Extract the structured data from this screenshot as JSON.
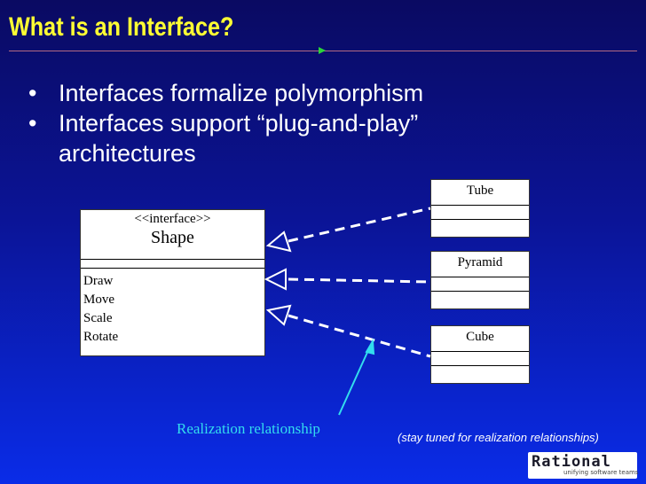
{
  "slide": {
    "title": "What is an Interface?",
    "bullets": [
      {
        "marker": "•",
        "text": "Interfaces formalize polymorphism"
      },
      {
        "marker": "•",
        "text": "Interfaces support “plug-and-play” architectures"
      }
    ]
  },
  "diagram": {
    "interface": {
      "stereotype": "<<interface>>",
      "name": "Shape",
      "operations": [
        "Draw",
        "Move",
        "Scale",
        "Rotate"
      ]
    },
    "classes": [
      {
        "name": "Tube"
      },
      {
        "name": "Pyramid"
      },
      {
        "name": "Cube"
      }
    ],
    "relationship_label": "Realization relationship",
    "note": "(stay tuned for realization relationships)"
  },
  "logo": {
    "main": "Rational",
    "sub": "unifying software teams"
  },
  "colors": {
    "title": "#ffff33",
    "caption": "#33ddee",
    "background_top": "#0a0a62",
    "background_bottom": "#0a2ce8"
  }
}
